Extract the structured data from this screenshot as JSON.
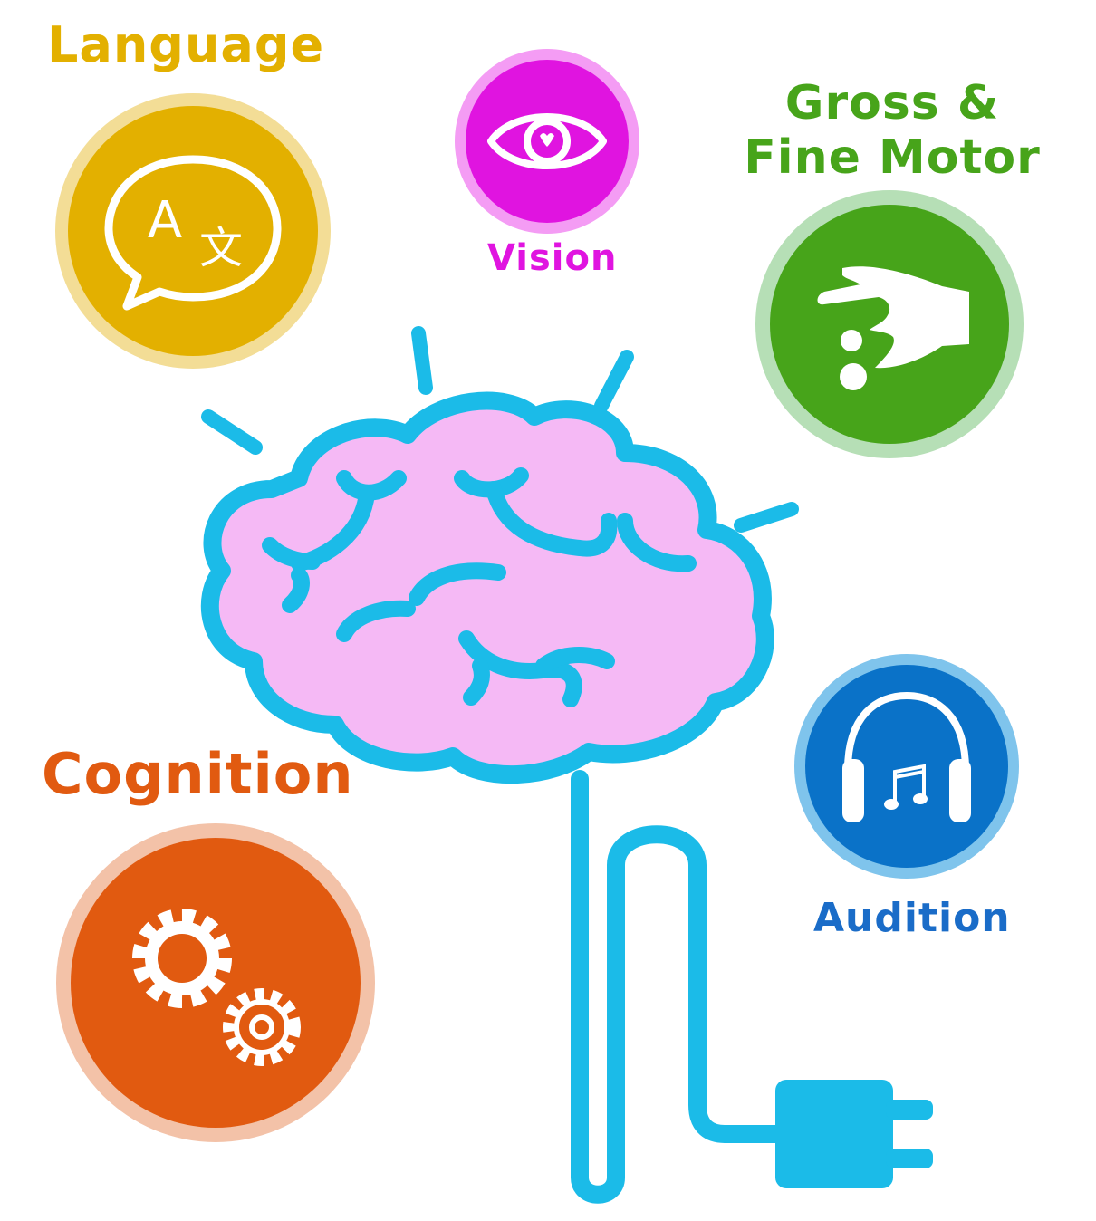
{
  "labels": {
    "language": "Language",
    "vision": "Vision",
    "gross_line1": "Gross &",
    "gross_line2": "Fine Motor",
    "cognition": "Cognition",
    "audition": "Audition"
  },
  "language_icon": {
    "glyph_a": "A",
    "glyph_x": "文"
  },
  "icons": {
    "language": "speech-bubble-translate-icon",
    "vision": "eye-icon",
    "motor": "pinching-hand-icon",
    "cognition": "gears-icon",
    "audition": "headphones-icon",
    "center": "brain-icon",
    "plug": "power-plug-icon"
  },
  "colors": {
    "language": "#e3b000",
    "vision": "#e014e0",
    "motor": "#47a41a",
    "cognition": "#e15a10",
    "audition": "#0a72c8",
    "brain_fill": "#f5b9f5",
    "brain_outline": "#1bbbe8"
  }
}
